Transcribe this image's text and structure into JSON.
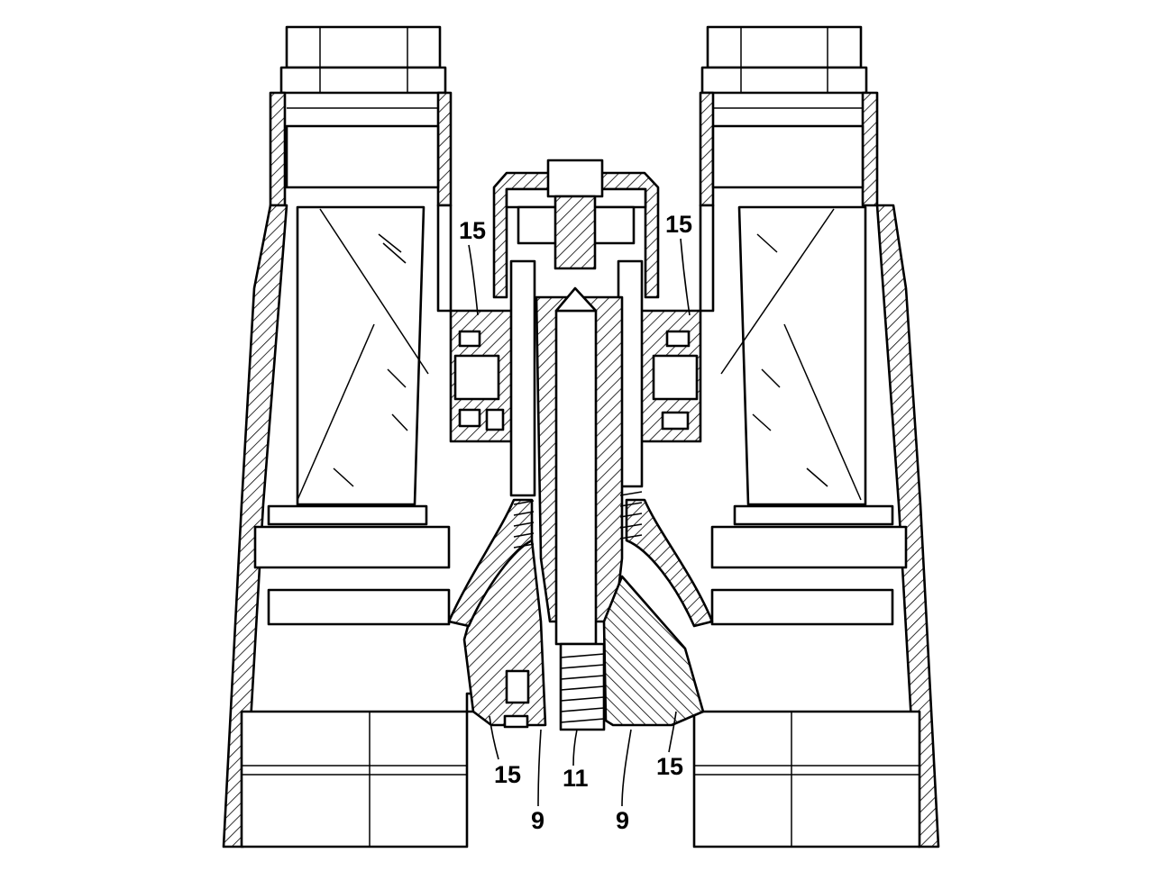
{
  "figure": {
    "description_free": true,
    "reference_numerals": [
      {
        "id": "ref-15-top-left",
        "text": "15"
      },
      {
        "id": "ref-15-top-right",
        "text": "15"
      },
      {
        "id": "ref-15-bottom-left",
        "text": "15"
      },
      {
        "id": "ref-15-bottom-right",
        "text": "15"
      },
      {
        "id": "ref-11",
        "text": "11"
      },
      {
        "id": "ref-9-left",
        "text": "9"
      },
      {
        "id": "ref-9-right",
        "text": "9"
      }
    ]
  },
  "colors": {
    "ink": "#000000",
    "paper": "#ffffff"
  }
}
